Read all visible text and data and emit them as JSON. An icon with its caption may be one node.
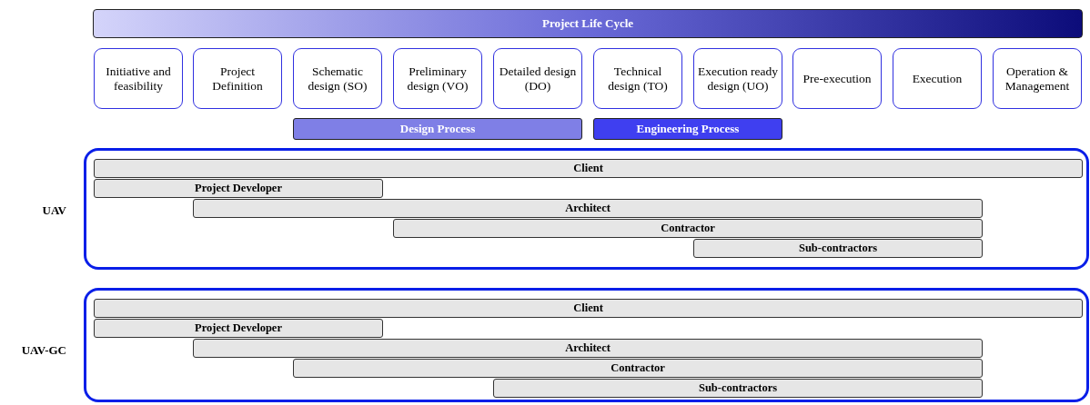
{
  "diagram": {
    "nodes": [
      {
        "text": [
          "Project Life Cycle"
        ]
      },
      {
        "text": [
          "Initiative and feasibility"
        ]
      },
      {
        "text": [
          "Project Definition"
        ]
      },
      {
        "text": [
          "Schematic design (SO)"
        ]
      },
      {
        "text": [
          "Preliminary design (VO)"
        ]
      },
      {
        "text": [
          "Detailed design (DO)"
        ]
      },
      {
        "text": [
          "Technical design (TO)"
        ]
      },
      {
        "text": [
          "Execution ready design (UO)"
        ]
      },
      {
        "text": [
          "Pre-execution"
        ]
      },
      {
        "text": [
          "Execution"
        ]
      },
      {
        "text": [
          "Operation & Management"
        ]
      },
      {
        "text": [
          "Design Process"
        ]
      },
      {
        "text": [
          "Engineering Process"
        ]
      },
      {
        "text": [
          "UAV"
        ]
      },
      {
        "text": [
          "Client"
        ],
        "in": 13
      },
      {
        "text": [
          "Project Developer"
        ],
        "in": 13
      },
      {
        "text": [
          "Architect"
        ],
        "in": 13
      },
      {
        "text": [
          "Contractor"
        ],
        "in": 13
      },
      {
        "text": [
          "Sub-contractors"
        ],
        "in": 13
      },
      {
        "text": [
          "UAV-GC"
        ]
      },
      {
        "text": [
          "Client"
        ],
        "in": 19
      },
      {
        "text": [
          "Project Developer"
        ],
        "in": 19
      },
      {
        "text": [
          "Architect"
        ],
        "in": 19
      },
      {
        "text": [
          "Contractor"
        ],
        "in": 19
      },
      {
        "text": [
          "Sub-contractors"
        ],
        "in": 19
      }
    ],
    "edges": []
  }
}
